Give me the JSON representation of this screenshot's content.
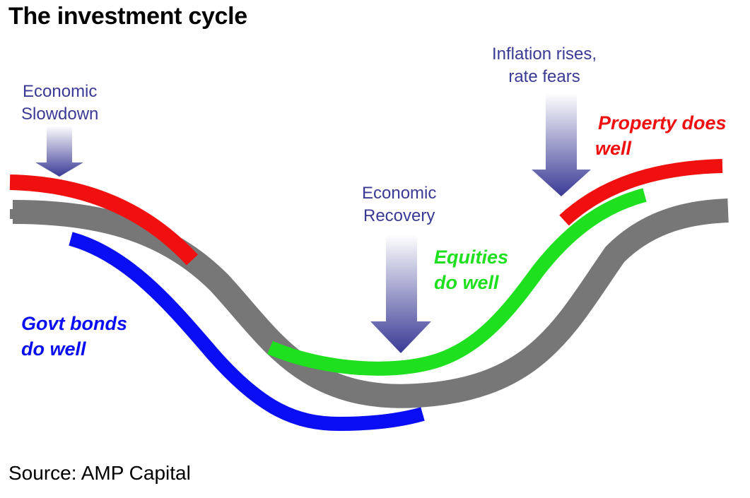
{
  "title": "The investment cycle",
  "source": "Source: AMP Capital",
  "phases": {
    "slowdown": [
      "Economic",
      "Slowdown"
    ],
    "recovery": [
      "Economic",
      "Recovery"
    ],
    "inflation": [
      "Inflation rises,",
      "rate fears"
    ]
  },
  "assets": {
    "bonds": {
      "lines": [
        "Govt bonds",
        "do well"
      ],
      "color": "#0a0ef5"
    },
    "equities": {
      "lines": [
        "Equities",
        "do well"
      ],
      "color": "#1ee01e"
    },
    "property": {
      "lines": [
        "Property does",
        "well"
      ],
      "color": "#f01010"
    }
  },
  "colors": {
    "cycle": "#777777",
    "arrow_top": "#ffffff",
    "arrow_bottom": "#3a3a96"
  }
}
